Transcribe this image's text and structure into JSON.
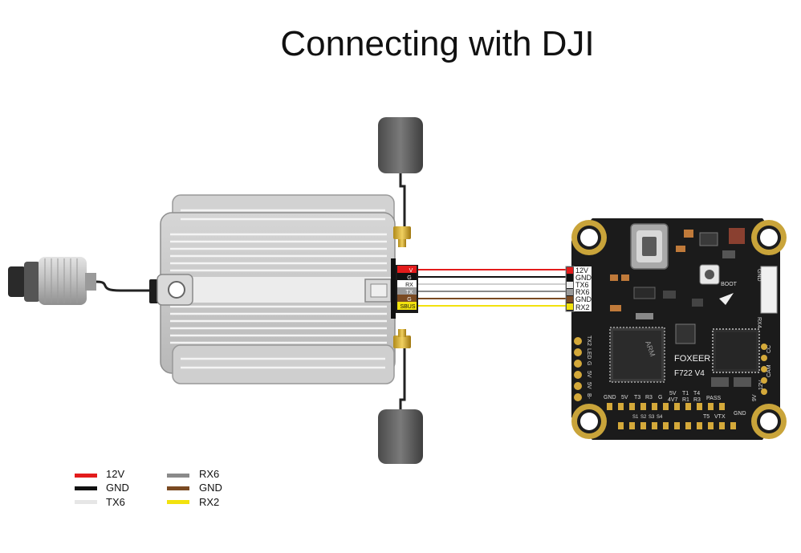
{
  "title": "Connecting with DJI",
  "air_unit": {
    "pins": [
      "V",
      "G",
      "RX",
      "TX",
      "G",
      "SBUS"
    ]
  },
  "flight_controller": {
    "brand": "FOXEER",
    "model": "F722 V4",
    "boot_label": "BOOT",
    "chip_label": "ARM",
    "pins": [
      "12V",
      "GND",
      "TX6",
      "RX6",
      "GND",
      "RX2"
    ],
    "left_pads": [
      "TX2",
      "LED",
      "G",
      "5V",
      "5V",
      "B-"
    ],
    "bottom_pads_a": [
      "GND",
      "5V",
      "T3",
      "R3",
      "G",
      "5V",
      "T1",
      "T4"
    ],
    "bottom_pads_b": [
      "S1",
      "S2",
      "S3",
      "S4",
      "4V7",
      "R1",
      "R3"
    ],
    "bottom_right_pads": [
      "PASS",
      "T5",
      "VTX"
    ],
    "right_pads": [
      "CAM",
      "CC",
      "9V",
      "12V",
      "GND"
    ],
    "side_label_gnd": "GND",
    "side_label_rx4": "RX4"
  },
  "wire_colors": [
    "#e31b1b",
    "#111111",
    "#e6e6e6",
    "#8a8a8a",
    "#7a4a22",
    "#f2e20e"
  ],
  "legend": [
    {
      "label": "12V",
      "color": "#e31b1b"
    },
    {
      "label": "GND",
      "color": "#111111"
    },
    {
      "label": "TX6",
      "color": "#e6e6e6"
    },
    {
      "label": "RX6",
      "color": "#8a8a8a"
    },
    {
      "label": "GND",
      "color": "#7a4a22"
    },
    {
      "label": "RX2",
      "color": "#f2e20e"
    }
  ]
}
